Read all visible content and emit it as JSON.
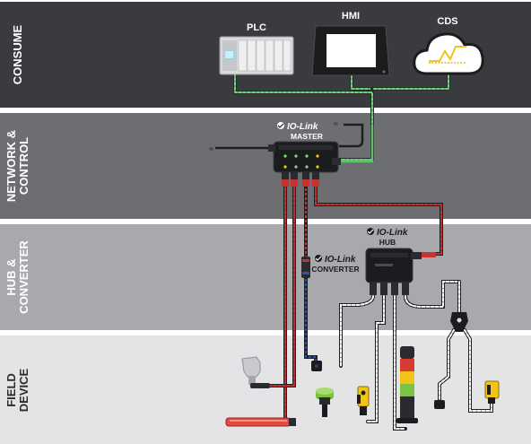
{
  "tiers": {
    "consume": "CONSUME",
    "network": "NETWORK &\nCONTROL",
    "hub": "HUB &\nCONVERTER",
    "field": "FIELD\nDEVICE"
  },
  "devices": {
    "plc": "PLC",
    "hmi": "HMI",
    "cds": "CDS"
  },
  "iolink": {
    "brand": "IO-Link",
    "master_label": "MASTER",
    "hub_label": "HUB",
    "converter_label": "CONVERTER"
  },
  "colors": {
    "consume_bg": "#3a3b3e",
    "network_bg": "#6d6e72",
    "hub_bg": "#a8a9ad",
    "field_bg": "#e4e4e6",
    "green_cable": "#5bc46b",
    "red_cable": "#c8322f",
    "blue_cable": "#2f52a8",
    "device_yellow": "#f2c318",
    "device_green": "#7cc243"
  }
}
